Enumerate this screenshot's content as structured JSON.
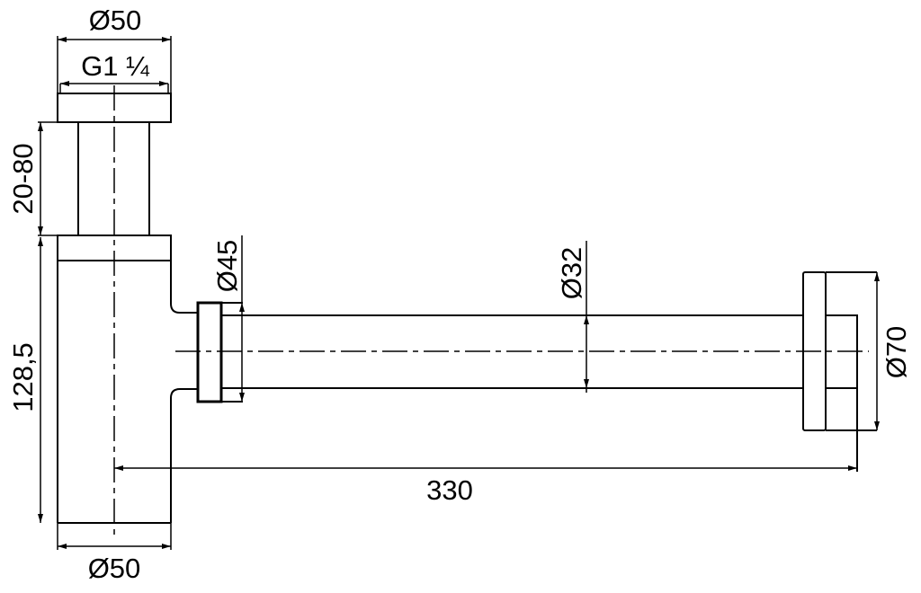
{
  "drawing": {
    "colors": {
      "line": "#000000",
      "background": "#ffffff"
    },
    "dimensions": {
      "top_diameter": "Ø50",
      "thread": "G1 ¼",
      "extension_range": "20-80",
      "body_height": "128,5",
      "bottom_diameter": "Ø50",
      "nut_diameter": "Ø45",
      "tube_diameter": "Ø32",
      "flange_diameter": "Ø70",
      "length": "330"
    }
  }
}
